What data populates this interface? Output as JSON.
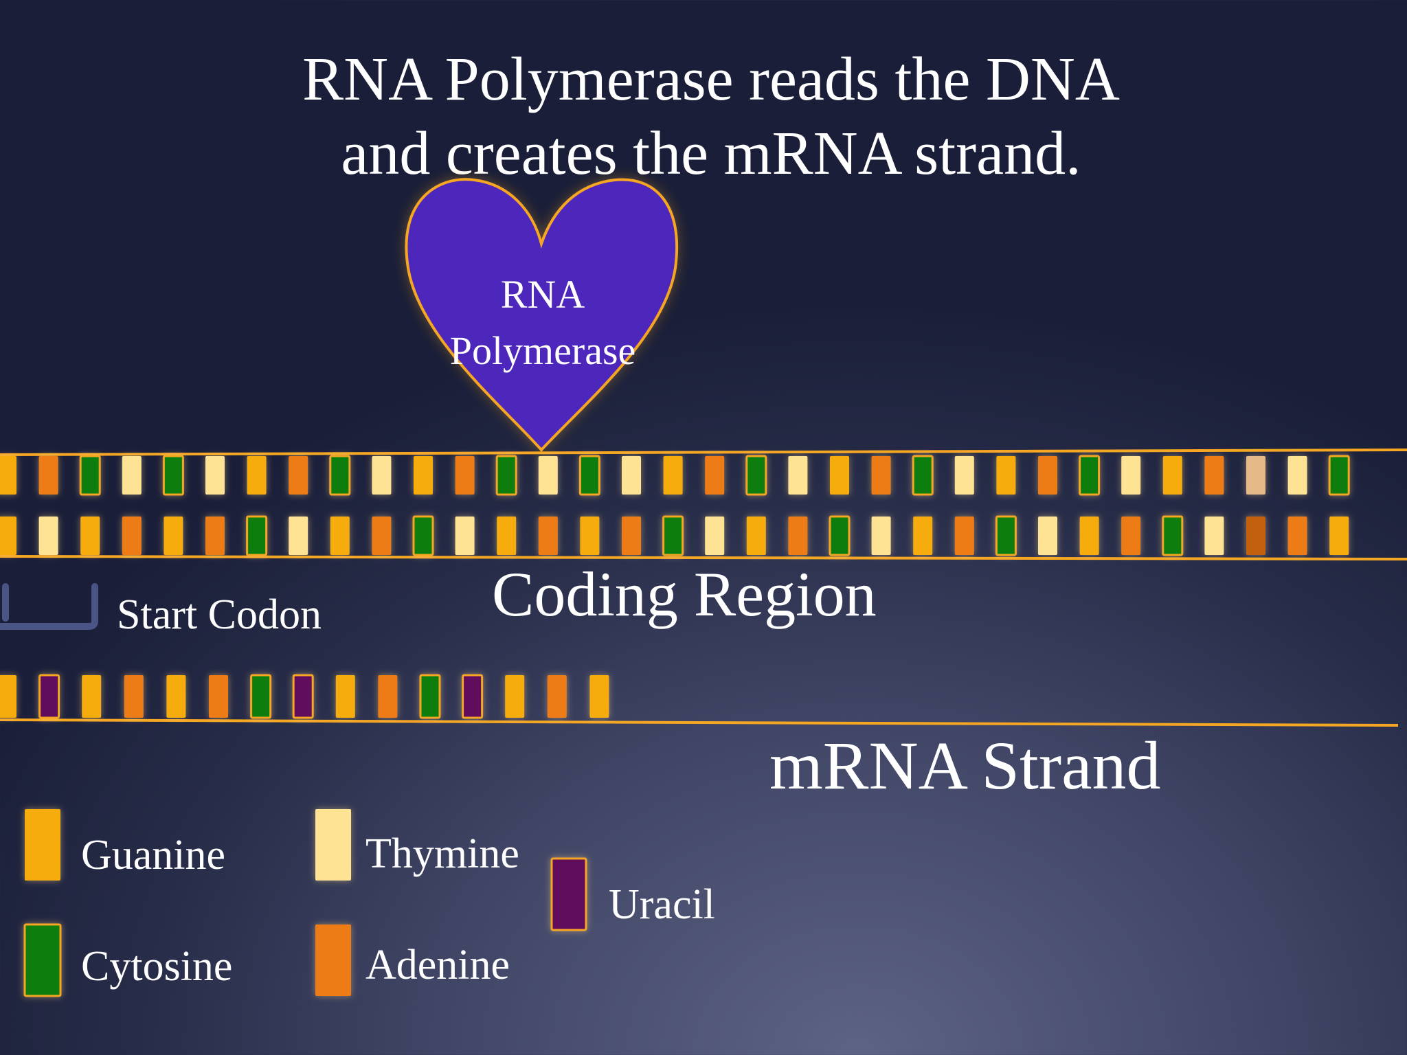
{
  "title": {
    "line1": "RNA Polymerase reads the DNA",
    "line2": "and creates the mRNA strand."
  },
  "polymerase": {
    "line1": "RNA",
    "line2": "Polymerase",
    "fill": "#4d25bb",
    "stroke": "#f5a623"
  },
  "labels": {
    "coding_region": "Coding Region",
    "start_codon": "Start Codon",
    "mrna_strand": "mRNA Strand"
  },
  "colors": {
    "G": "#f7ac0c",
    "T": "#fde393",
    "C": "#0f7d10",
    "A": "#ee7b12",
    "U": "#5e0f5c",
    "D": "#c2610c",
    "P": "#e6b989",
    "strand_line": "#f5a623",
    "bracket": "#4a5585"
  },
  "legend": [
    {
      "base": "G",
      "label": "Guanine"
    },
    {
      "base": "C",
      "label": "Cytosine"
    },
    {
      "base": "T",
      "label": "Thymine"
    },
    {
      "base": "A",
      "label": "Adenine"
    },
    {
      "base": "U",
      "label": "Uracil"
    }
  ],
  "dna_top_strand": [
    "G",
    "A",
    "C",
    "T",
    "C",
    "T",
    "G",
    "A",
    "C",
    "T",
    "G",
    "A",
    "C",
    "T",
    "C",
    "T",
    "G",
    "A",
    "C",
    "T",
    "G",
    "A",
    "C",
    "T",
    "G",
    "A",
    "C",
    "T",
    "G",
    "A",
    "P",
    "T",
    "C"
  ],
  "dna_bottom_strand": [
    "G",
    "T",
    "G",
    "A",
    "G",
    "A",
    "C",
    "T",
    "G",
    "A",
    "C",
    "T",
    "G",
    "A",
    "G",
    "A",
    "C",
    "T",
    "G",
    "A",
    "C",
    "T",
    "G",
    "A",
    "C",
    "T",
    "G",
    "A",
    "C",
    "T",
    "D",
    "A",
    "G"
  ],
  "mrna_bases": [
    "G",
    "U",
    "G",
    "A",
    "G",
    "A",
    "C",
    "U",
    "G",
    "A",
    "C",
    "U",
    "G",
    "A",
    "G"
  ]
}
